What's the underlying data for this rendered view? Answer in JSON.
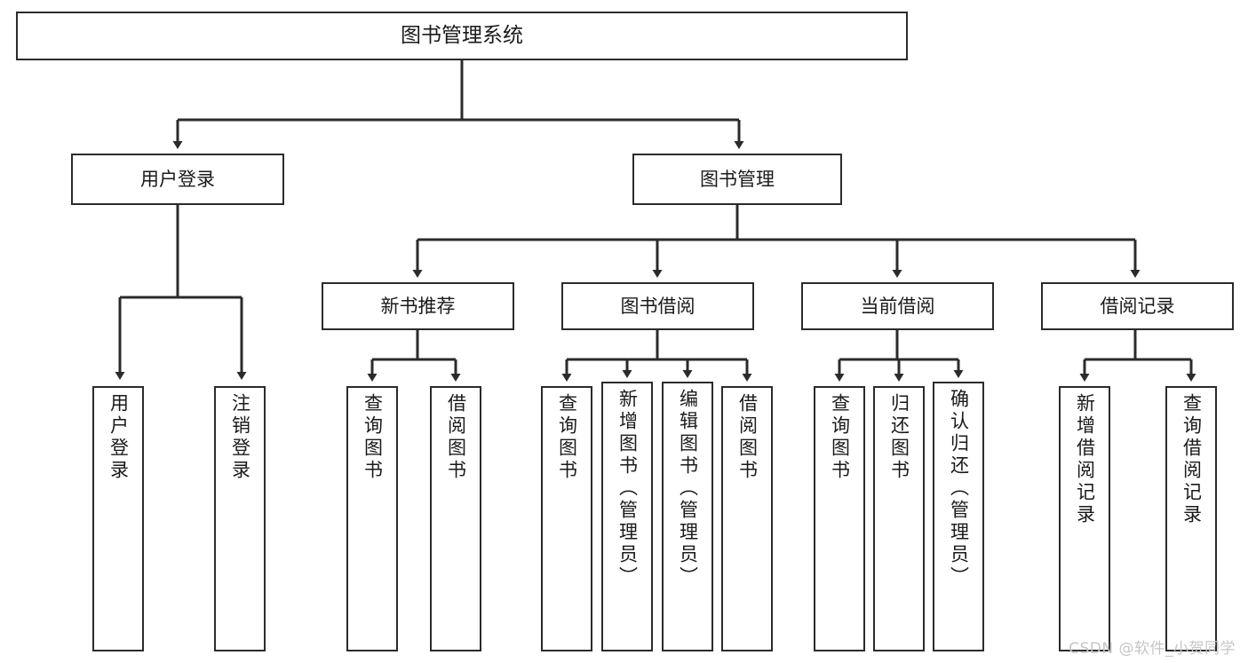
{
  "diagram": {
    "type": "tree",
    "title": "图书管理系统",
    "root": {
      "label": "图书管理系统"
    },
    "level1": [
      {
        "id": "user-login",
        "label": "用户登录"
      },
      {
        "id": "book-manage",
        "label": "图书管理"
      }
    ],
    "level2": [
      {
        "id": "new-book-rec",
        "label": "新书推荐"
      },
      {
        "id": "book-borrow",
        "label": "图书借阅"
      },
      {
        "id": "current-borrow",
        "label": "当前借阅"
      },
      {
        "id": "borrow-record",
        "label": "借阅记录"
      }
    ],
    "leaves": [
      {
        "id": "user-login-do",
        "parent": "user-login",
        "label": "用户登录"
      },
      {
        "id": "user-logout",
        "parent": "user-login",
        "label": "注销登录"
      },
      {
        "id": "nbr-query",
        "parent": "new-book-rec",
        "label": "查询图书"
      },
      {
        "id": "nbr-borrow",
        "parent": "new-book-rec",
        "label": "借阅图书"
      },
      {
        "id": "bb-query",
        "parent": "book-borrow",
        "label": "查询图书"
      },
      {
        "id": "bb-add",
        "parent": "book-borrow",
        "label": "新增图书（管理员）"
      },
      {
        "id": "bb-edit",
        "parent": "book-borrow",
        "label": "编辑图书（管理员）"
      },
      {
        "id": "bb-borrow",
        "parent": "book-borrow",
        "label": "借阅图书"
      },
      {
        "id": "cb-query",
        "parent": "current-borrow",
        "label": "查询图书"
      },
      {
        "id": "cb-return",
        "parent": "current-borrow",
        "label": "归还图书"
      },
      {
        "id": "cb-confirm",
        "parent": "current-borrow",
        "label": "确认归还（管理员）"
      },
      {
        "id": "br-add",
        "parent": "borrow-record",
        "label": "新增借阅记录"
      },
      {
        "id": "br-query",
        "parent": "borrow-record",
        "label": "查询借阅记录"
      }
    ]
  },
  "watermark": {
    "text": "CSDN @软件_小贺同学"
  },
  "colors": {
    "stroke": "#2b2b2b",
    "fill": "#ffffff",
    "text": "#1a1a1a",
    "watermark": "#c6c6c6"
  }
}
